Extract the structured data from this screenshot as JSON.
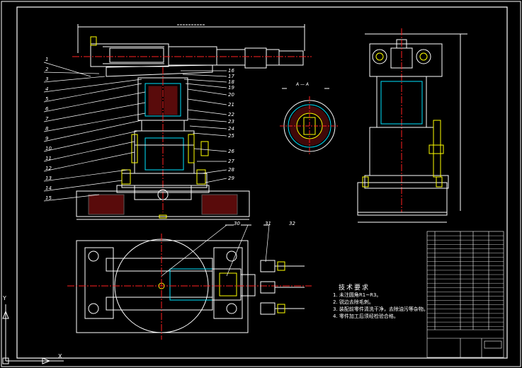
{
  "view_label": "A — A",
  "part_numbers_left": [
    "1",
    "2",
    "3",
    "4",
    "5",
    "6",
    "7",
    "8",
    "9",
    "10",
    "11",
    "12",
    "13",
    "14",
    "15"
  ],
  "part_numbers_right": [
    "16",
    "17",
    "18",
    "19",
    "20",
    "21",
    "22",
    "23",
    "24",
    "25",
    "26",
    "27",
    "28",
    "29"
  ],
  "part_numbers_bottom": [
    "30",
    "31",
    "32"
  ],
  "notes": {
    "title": "技术要求",
    "items": [
      "1. 未注圆角R1~R3。",
      "2. 锐边去除毛刺。",
      "3. 装配前零件清洗干净，去除油污等杂物。",
      "4. 零件加工后须经检验合格。"
    ]
  },
  "ucs": {
    "y": "Y",
    "x": "X"
  },
  "colors": {
    "line": "#ffffff",
    "cyan": "#00e5ff",
    "red": "#ff2020",
    "yellow": "#ffff00",
    "green": "#19e619",
    "magenta": "#ff40ff"
  }
}
